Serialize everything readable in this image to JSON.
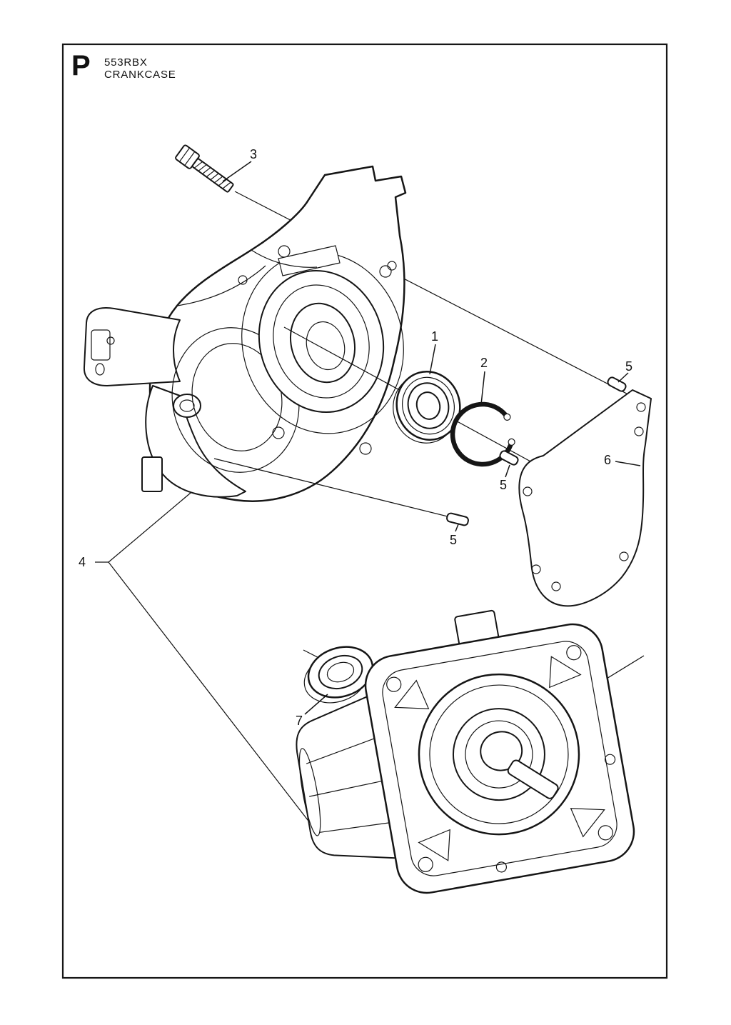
{
  "page": {
    "section_letter": "P",
    "model": "553RBX",
    "title": "CRANKCASE"
  },
  "callouts": {
    "item1": {
      "label": "1"
    },
    "item2": {
      "label": "2"
    },
    "item3": {
      "label": "3"
    },
    "item4": {
      "label": "4"
    },
    "item5_top": {
      "label": "5"
    },
    "item5_mid": {
      "label": "5"
    },
    "item5_bottom": {
      "label": "5"
    },
    "item6": {
      "label": "6"
    },
    "item7": {
      "label": "7"
    }
  }
}
